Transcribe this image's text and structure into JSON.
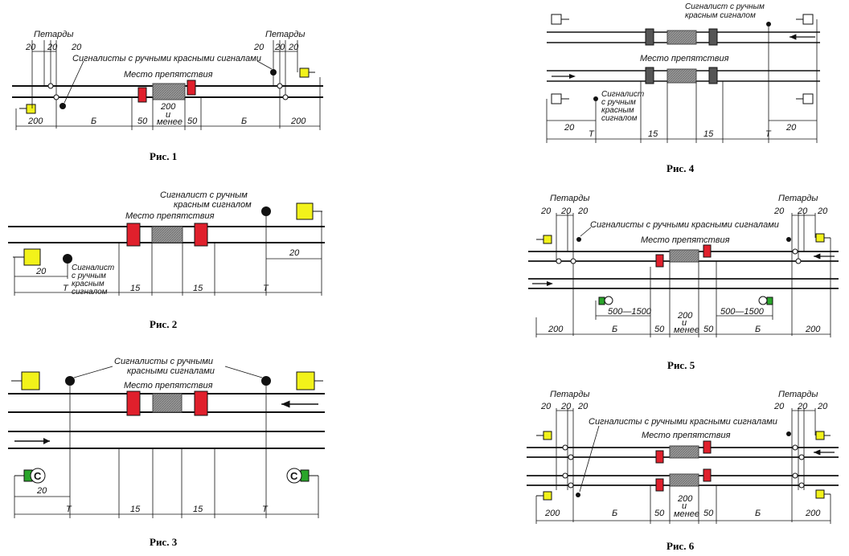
{
  "labels": {
    "petardy": "Петарды",
    "signalists_plural": "Сигналисты с ручными красными сигналами",
    "signalist_single_l1": "Сигналист с ручным",
    "signalist_single_l2": "красным сигналом",
    "signalist_sm_1": "Сигналист",
    "signalist_sm_2": "с ручным",
    "signalist_sm_3": "красным",
    "signalist_sm_4": "сигналом",
    "signalists_two_l1": "Сигналисты с ручными",
    "signalists_two_l2": "красными сигналами",
    "obstacle": "Место препятствия",
    "d20": "20",
    "d200": "200",
    "d50": "50",
    "d15": "15",
    "dB": "Б",
    "dT": "Т",
    "d500": "500—1500",
    "d200i": "200",
    "d_i": "и",
    "d_menee": "менее",
    "c_letter": "С"
  },
  "captions": {
    "fig1": "Рис. 1",
    "fig2": "Рис. 2",
    "fig3": "Рис. 3",
    "fig4": "Рис. 4",
    "fig5": "Рис. 5",
    "fig6": "Рис. 6"
  },
  "colors": {
    "rail": "#111111",
    "red_signal": "#e0202c",
    "yellow_signal": "#f2f21a",
    "green_sign": "#2aa52a",
    "obstacle_fill": "#8a8a8a",
    "dark_block": "#555555"
  }
}
